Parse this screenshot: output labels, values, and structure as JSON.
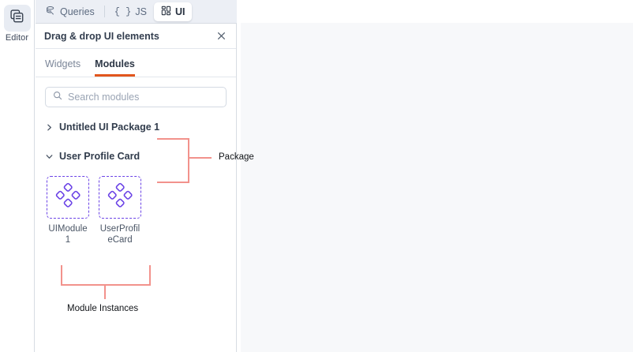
{
  "rail": {
    "items": [
      {
        "label": "Editor",
        "icon": "editor-stack-icon",
        "active": true
      }
    ]
  },
  "top_tabs": {
    "items": [
      {
        "label": "Queries",
        "icon": "database-query-icon",
        "active": false
      },
      {
        "label": "JS",
        "icon": "curly-braces-icon",
        "active": false
      },
      {
        "label": "UI",
        "icon": "grid-squares-icon",
        "active": true
      }
    ]
  },
  "panel": {
    "title": "Drag & drop UI elements",
    "close_icon": "close-icon",
    "subtabs": [
      {
        "label": "Widgets",
        "active": false
      },
      {
        "label": "Modules",
        "active": true
      }
    ],
    "search": {
      "placeholder": "Search modules",
      "value": "",
      "icon": "search-icon"
    },
    "tree": [
      {
        "label": "Untitled UI Package 1",
        "expanded": false,
        "chevron": "chevron-right-icon"
      },
      {
        "label": "User Profile Card",
        "expanded": true,
        "chevron": "chevron-down-icon"
      }
    ],
    "module_tiles": [
      {
        "label": "UIModule 1",
        "icon": "four-diamonds-module-icon"
      },
      {
        "label": "UserProfileCard",
        "icon": "four-diamonds-module-icon"
      }
    ]
  },
  "annotations": [
    {
      "id": "package",
      "label": "Package"
    },
    {
      "id": "module-instances",
      "label": "Module Instances"
    }
  ],
  "colors": {
    "accent_orange": "#e2561d",
    "module_purple": "#6b43e6",
    "annotation_salmon": "#f2928c",
    "panel_border": "#d7dce3",
    "canvas_bg": "#f7f8fa",
    "tabstrip_bg": "#eceff5"
  }
}
